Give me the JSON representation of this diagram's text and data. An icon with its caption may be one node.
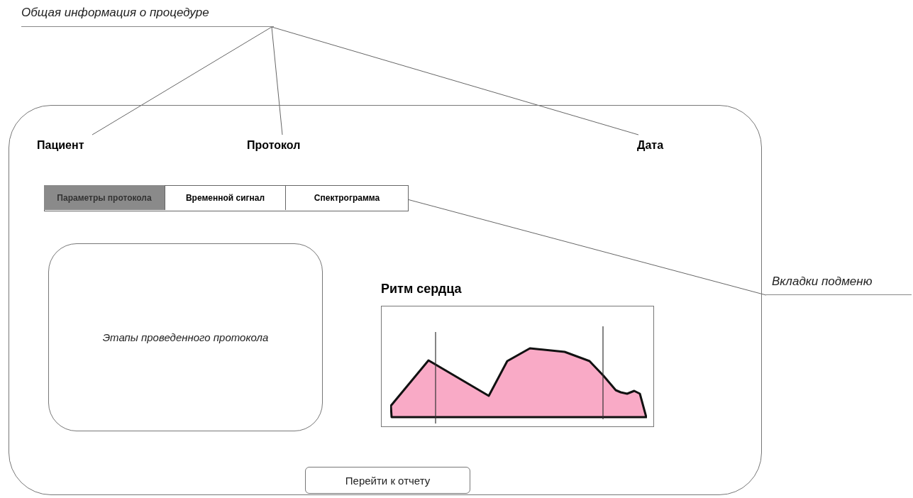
{
  "diagram": {
    "nodes": [
      {
        "text": [
          "Общая информация о процедуре"
        ]
      },
      {
        "text": [],
        "shape": "box"
      },
      {
        "text": [
          "Пациент"
        ],
        "in": 1
      },
      {
        "text": [
          "Протокол"
        ],
        "in": 1
      },
      {
        "text": [
          "Дата"
        ],
        "in": 1
      },
      {
        "text": [],
        "shape": "box",
        "in": 1
      },
      {
        "text": [
          "Параметры протокола"
        ],
        "in": 5
      },
      {
        "text": [
          "Временной сигнал"
        ],
        "in": 5
      },
      {
        "text": [
          "Спектрограмма"
        ],
        "in": 5
      },
      {
        "text": [
          "Вкладки подменю"
        ]
      },
      {
        "text": [
          "Этапы проведенного протокола"
        ],
        "in": 1
      },
      {
        "text": [
          "Ритм сердца"
        ],
        "in": 1
      },
      {
        "text": [
          "Перейти к отчету"
        ],
        "in": 1
      }
    ],
    "edges": [
      {
        "from": 0,
        "to": 2,
        "arrow": "none"
      },
      {
        "from": 0,
        "to": 3,
        "arrow": "none"
      },
      {
        "from": 0,
        "to": 4,
        "arrow": "none"
      },
      {
        "from": 9,
        "to": 5,
        "arrow": "none"
      }
    ]
  }
}
